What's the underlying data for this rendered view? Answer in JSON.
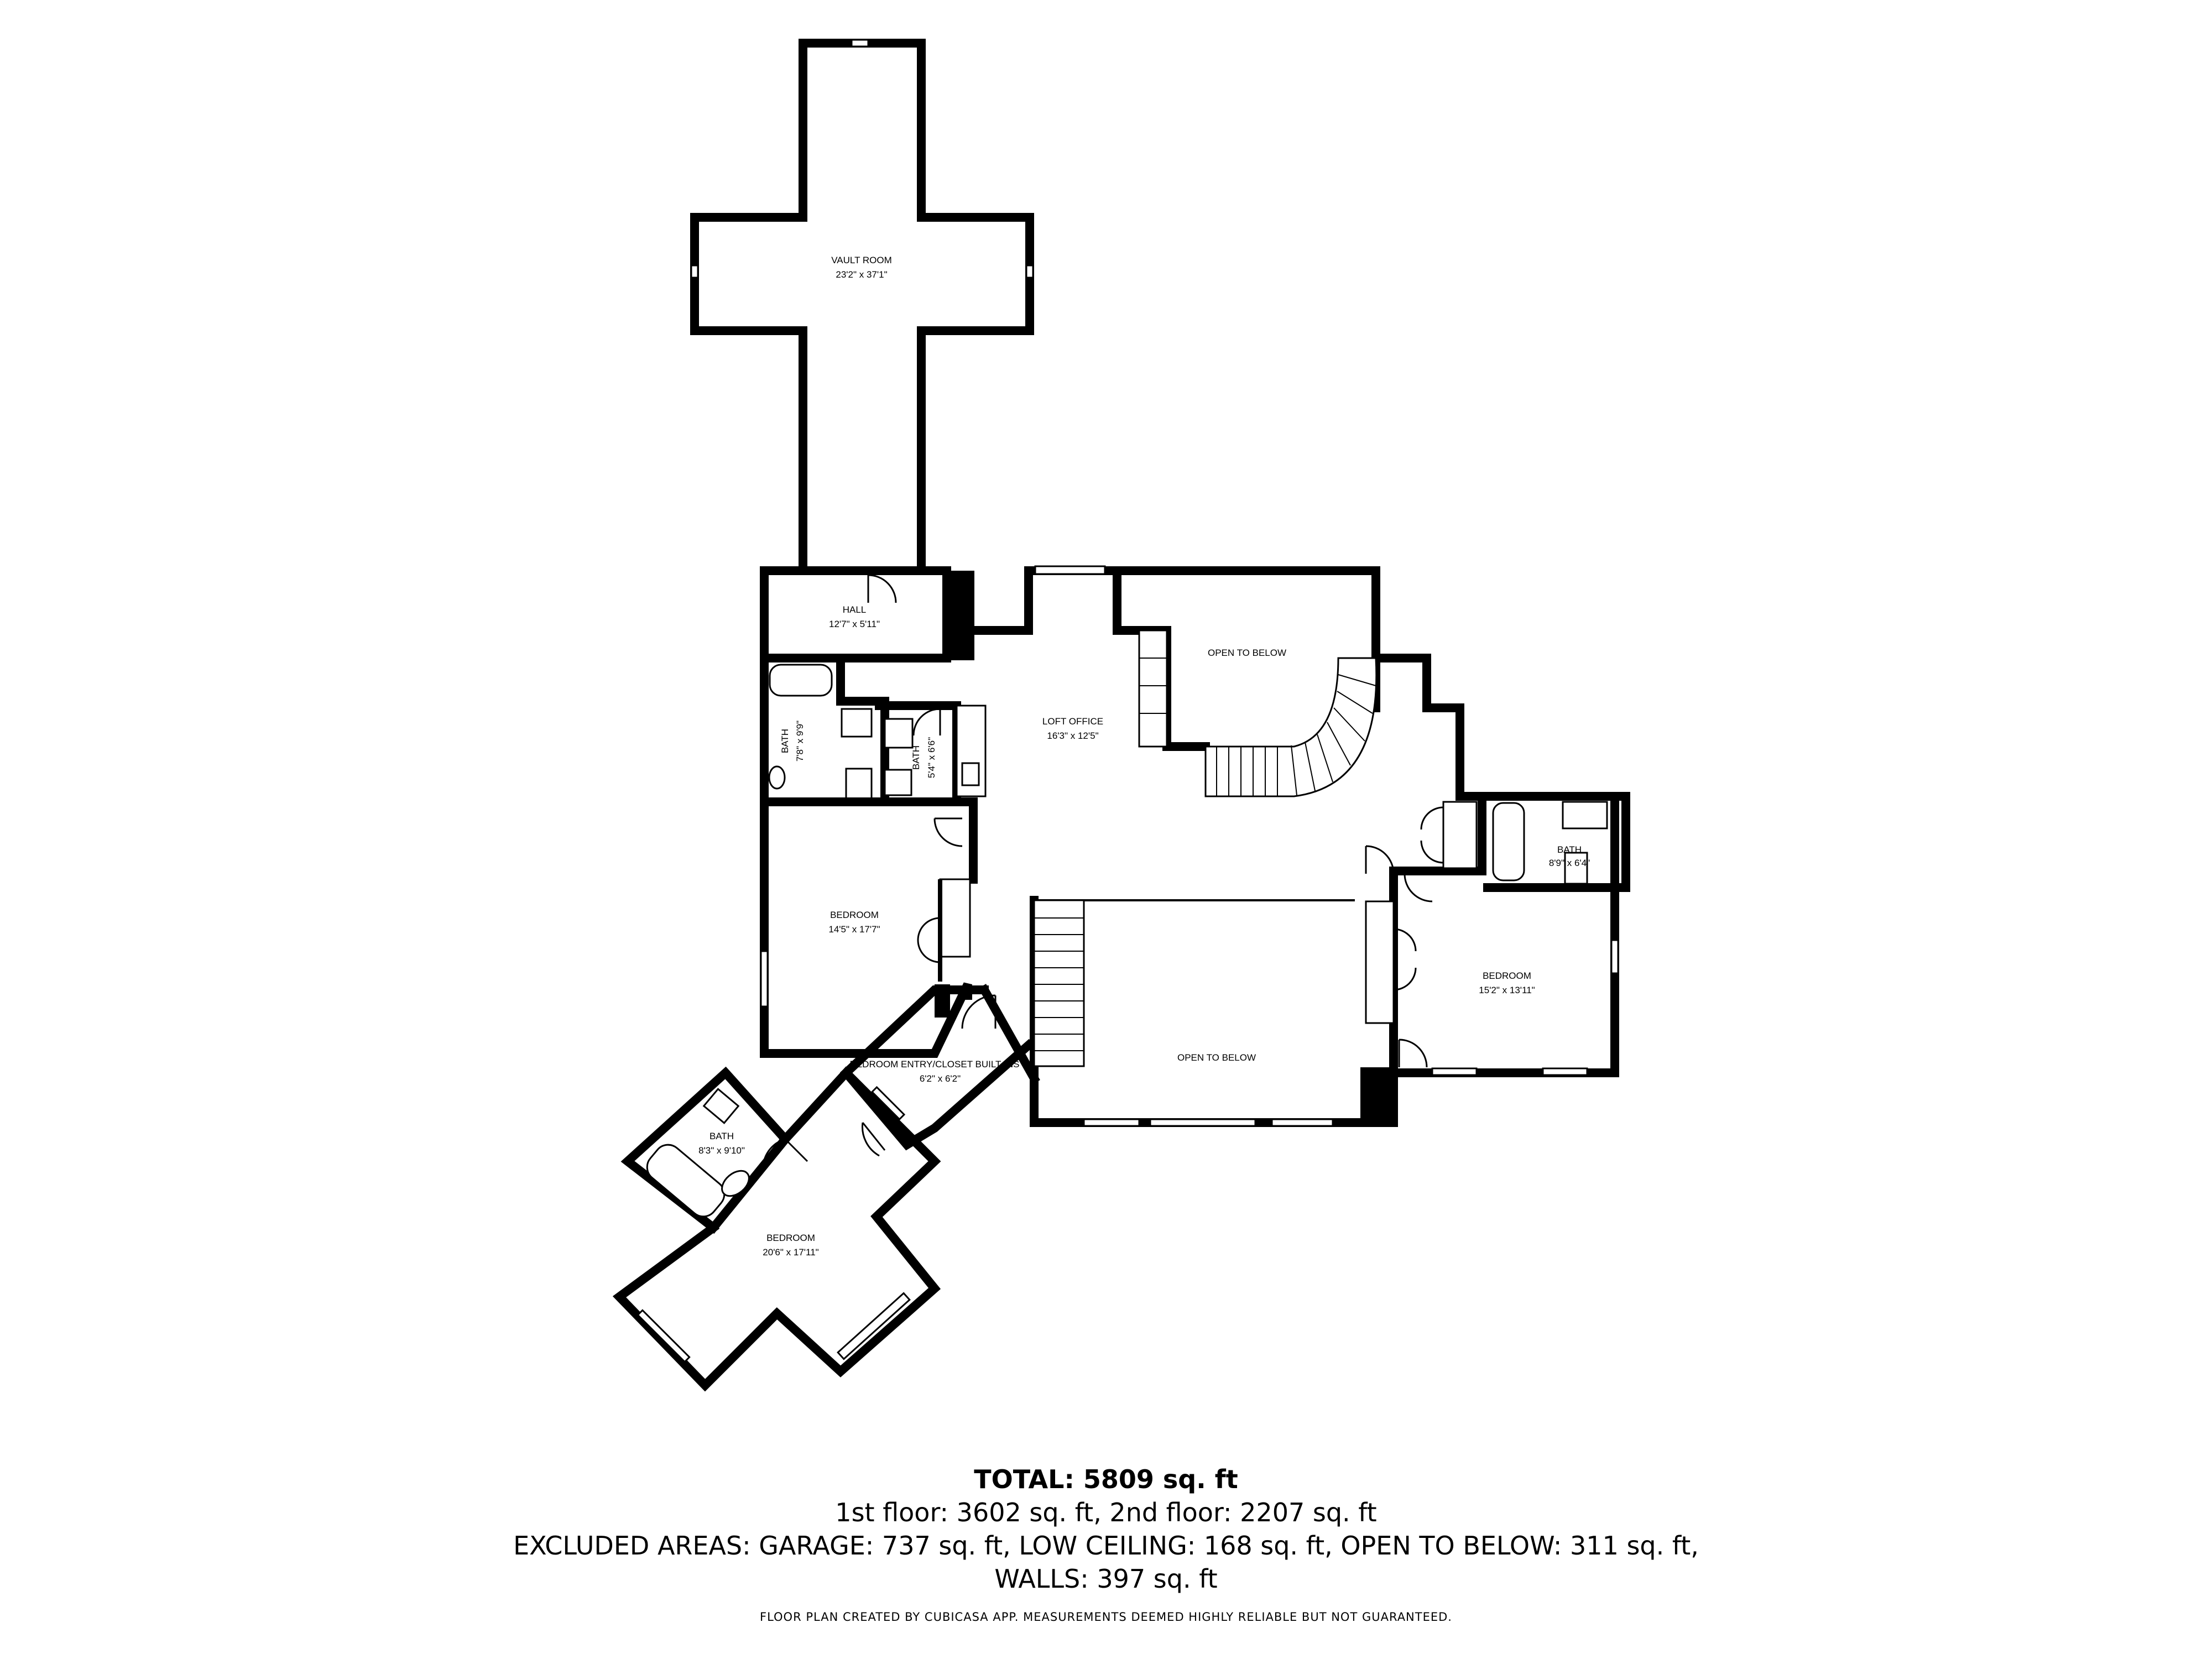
{
  "rooms": {
    "vault_room": {
      "name": "VAULT ROOM",
      "dims": "23'2\" x 37'1\""
    },
    "hall": {
      "name": "HALL",
      "dims": "12'7\" x 5'11\""
    },
    "bath_1": {
      "name": "BATH",
      "dims": "7'8\" x 9'9\""
    },
    "bath_2": {
      "name": "BATH",
      "dims": "5'4\" x 6'6\""
    },
    "loft_office": {
      "name": "LOFT OFFICE",
      "dims": "16'3\" x 12'5\""
    },
    "open_below_1": {
      "name": "OPEN TO BELOW"
    },
    "bath_3": {
      "name": "BATH",
      "dims": "8'9\" x 6'4\""
    },
    "bedroom_1": {
      "name": "BEDROOM",
      "dims": "14'5\" x 17'7\""
    },
    "open_below_2": {
      "name": "OPEN TO BELOW"
    },
    "bedroom_2": {
      "name": "BEDROOM",
      "dims": "15'2\" x 13'11\""
    },
    "bedroom_entry": {
      "name": "BEDROOM ENTRY/CLOSET BUILT-INS",
      "dims": "6'2\" x 6'2\""
    },
    "bath_4": {
      "name": "BATH",
      "dims": "8'3\" x 9'10\""
    },
    "bedroom_3": {
      "name": "BEDROOM",
      "dims": "20'6\" x 17'11\""
    }
  },
  "summary": {
    "total": "TOTAL: 5809 sq. ft",
    "floors": "1st floor: 3602 sq. ft, 2nd floor: 2207 sq. ft",
    "excluded": "EXCLUDED AREAS: GARAGE: 737 sq. ft, LOW CEILING: 168 sq. ft, OPEN TO BELOW: 311 sq. ft,",
    "walls": "WALLS: 397 sq. ft",
    "disclaimer": "FLOOR PLAN CREATED BY CUBICASA APP. MEASUREMENTS DEEMED HIGHLY RELIABLE BUT NOT GUARANTEED."
  }
}
